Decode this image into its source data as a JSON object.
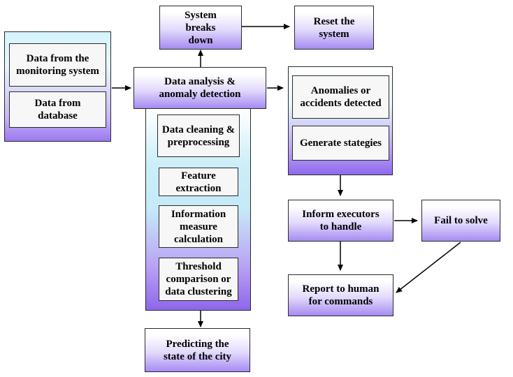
{
  "nodes": {
    "system_breaks_down": "System breaks down",
    "reset_system": "Reset the system",
    "data_monitoring": "Data  from the monitoring system",
    "data_database": "Data from database",
    "data_analysis": "Data analysis & anomaly detection",
    "data_cleaning": "Data cleaning & preprocessing",
    "feature_extraction": "Feature extraction",
    "information_measure": "Information measure calculation",
    "threshold_comparison": "Threshold comparison  or data clustering",
    "predicting_state": "Predicting the state of the city",
    "anomalies_detected": "Anomalies or accidents detected",
    "generate_strategies": "Generate stategies",
    "inform_executors": "Inform executors to handle",
    "fail_to_solve": "Fail to solve",
    "report_to_human": "Report to human for commands"
  },
  "colors": {
    "box_border": "#2a2a2a",
    "gradient_purple": "#8e66ea",
    "gradient_cyan": "#cbeef9",
    "inner_fill": "#f7f7f7"
  }
}
